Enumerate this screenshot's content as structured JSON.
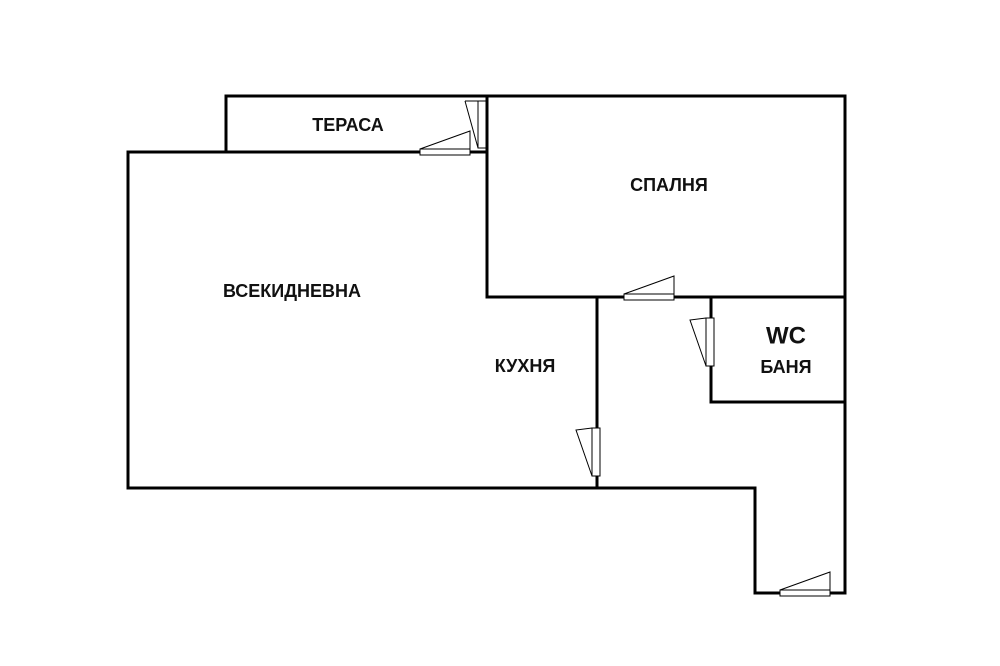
{
  "rooms": {
    "terrace": "ТЕРАСА",
    "bedroom": "СПАЛНЯ",
    "living": "ВСЕКИДНЕВНА",
    "kitchen": "КУХНЯ",
    "wc": "WC",
    "bath": "БАНЯ"
  },
  "colors": {
    "walls": "#000000",
    "background": "#ffffff"
  }
}
